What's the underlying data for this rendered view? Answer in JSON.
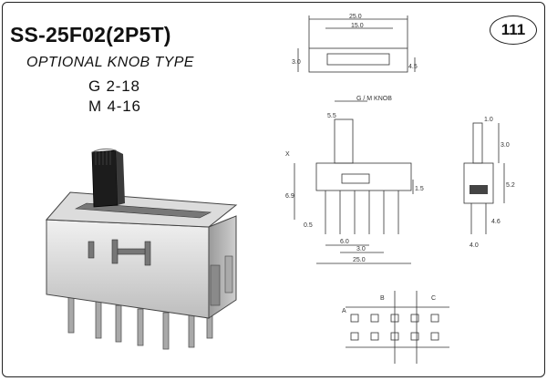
{
  "header": {
    "model": "SS-25F02(2P5T)",
    "subtitle": "OPTIONAL KNOB TYPE",
    "option_g": "G 2-18",
    "option_m": "M 4-16",
    "page_number": "111"
  },
  "drawing_labels": {
    "top_width": "25.0",
    "top_inner": "15.0",
    "top_height": "3.0",
    "top_side": "4.5",
    "knob_tag": "G / M KNOB",
    "dim_x": "X",
    "dim_55": "5.5",
    "dim_69": "6.9",
    "dim_15": "1.5",
    "dim_60": "6.0",
    "dim_30": "3.0",
    "dim_250": "25.0",
    "dim_05": "0.5",
    "dim_side_a": "1.0",
    "dim_side_b": "3.0",
    "dim_side_c": "5.2",
    "dim_side_d": "4.6",
    "dim_side_e": "4.0",
    "pin_a": "A",
    "pin_b": "B",
    "pin_c": "C"
  },
  "colors": {
    "ink": "#222222",
    "metal_light": "#e8e8e8",
    "metal_mid": "#c9c9c9",
    "metal_dark": "#8a8a8a",
    "knob": "#1c1c1c"
  }
}
